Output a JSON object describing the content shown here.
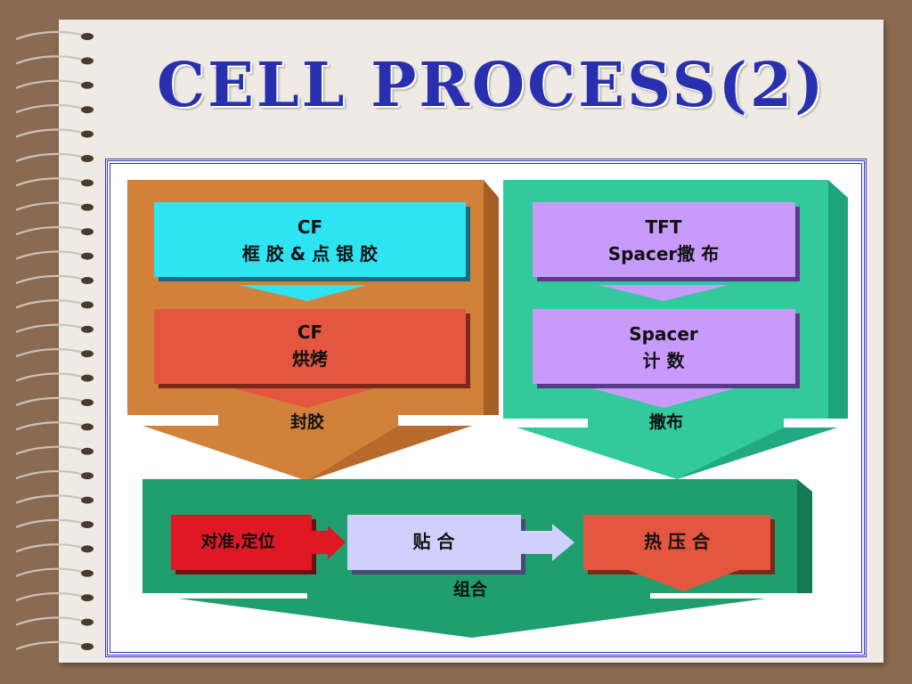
{
  "slide": {
    "title": "CELL PROCESS(2)"
  },
  "diagram": {
    "left_group": {
      "step1": {
        "line1": "CF",
        "line2": "框 胶 & 点 银 胶"
      },
      "step2": {
        "line1": "CF",
        "line2": "烘烤"
      },
      "output_label": "封胶"
    },
    "right_group": {
      "step1": {
        "line1": "TFT",
        "line2": "Spacer撒 布"
      },
      "step2": {
        "line1": "Spacer",
        "line2": "计 数"
      },
      "output_label": "撒布"
    },
    "bottom_group": {
      "steps": [
        "对准,定位",
        "贴 合",
        "热 压 合"
      ],
      "output_label": "组合"
    }
  },
  "colors": {
    "background": "#8b6a52",
    "paper": "#efebe4",
    "title": "#2830b0",
    "left_block": "#d2813a",
    "right_block": "#32c99c",
    "bottom_block": "#1f9e6e",
    "cyan_box": "#2ee3f2",
    "red_box": "#e45640",
    "purple_box": "#c89bfb",
    "bright_red_box": "#e01825",
    "lavender_box": "#d0d0fc"
  }
}
